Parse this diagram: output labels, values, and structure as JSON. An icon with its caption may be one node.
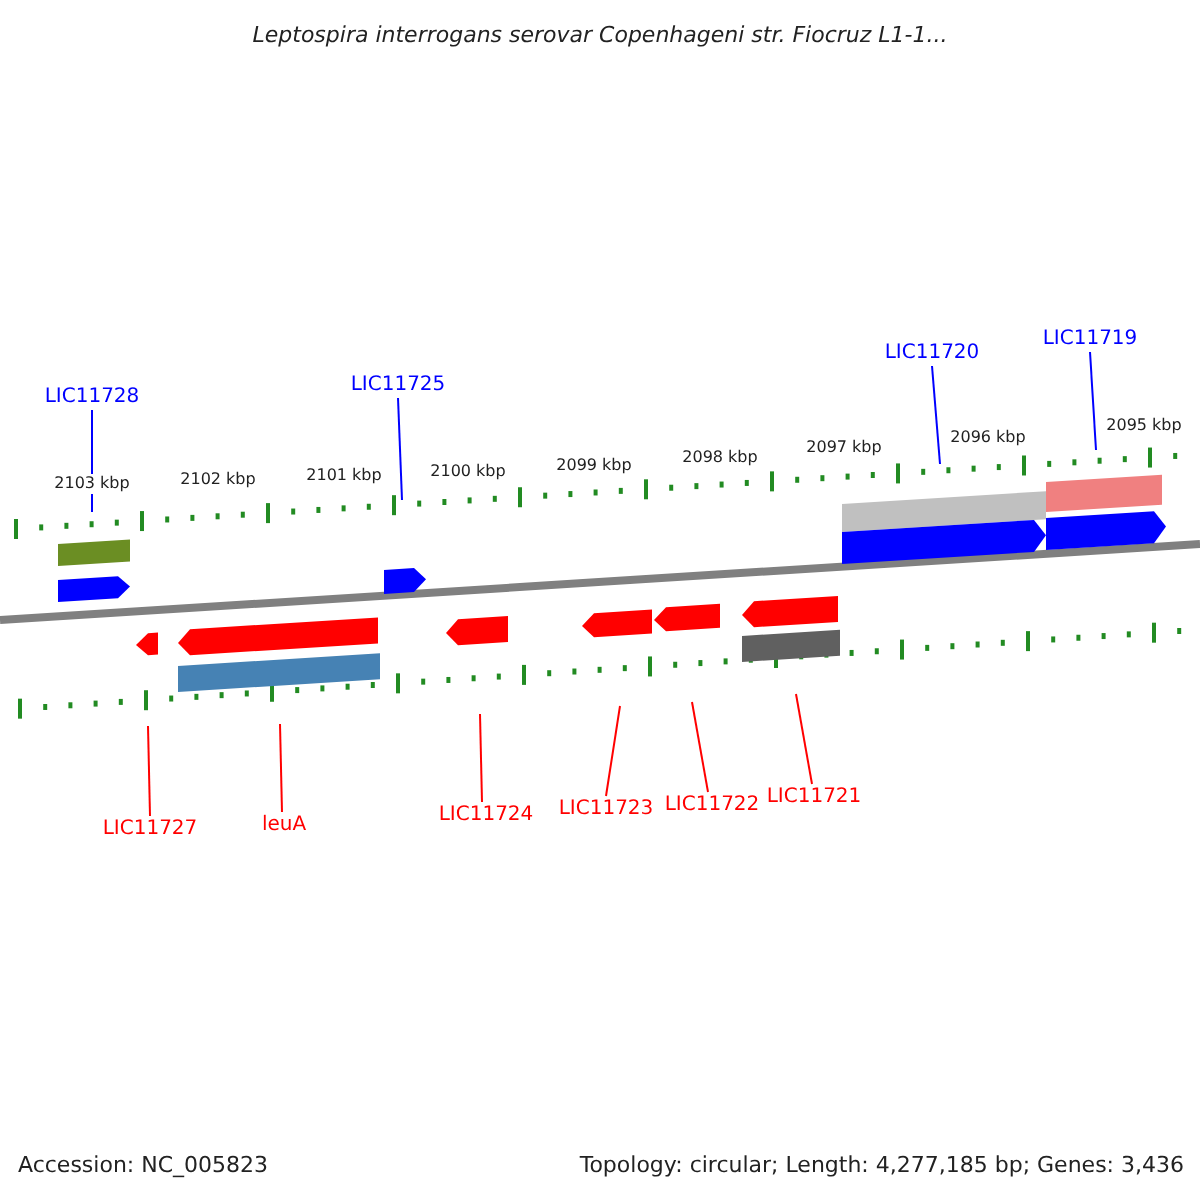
{
  "diagram": {
    "title": "Leptospira interrogans serovar Copenhageni str. Fiocruz L1-1...",
    "nodes": [
      {
        "text": [
          "LIC11728"
        ]
      },
      {
        "text": [
          "LIC11725"
        ]
      },
      {
        "text": [
          "LIC11720"
        ]
      },
      {
        "text": [
          "LIC11719"
        ]
      },
      {
        "text": [
          "LIC11727"
        ]
      },
      {
        "text": [
          "leuA"
        ]
      },
      {
        "text": [
          "LIC11724"
        ]
      },
      {
        "text": [
          "LIC11723"
        ]
      },
      {
        "text": [
          "LIC11722"
        ]
      },
      {
        "text": [
          "LIC11721"
        ]
      }
    ],
    "edges": [
      {
        "from": 0,
        "to": null,
        "arrow": "none",
        "color": "#0000ff"
      },
      {
        "from": 1,
        "to": null,
        "arrow": "none",
        "color": "#0000ff"
      },
      {
        "from": 2,
        "to": null,
        "arrow": "none",
        "color": "#0000ff"
      },
      {
        "from": 3,
        "to": null,
        "arrow": "none",
        "color": "#0000ff"
      },
      {
        "from": 4,
        "to": null,
        "arrow": "none"
      },
      {
        "from": 5,
        "to": null,
        "arrow": "none"
      },
      {
        "from": 6,
        "to": null,
        "arrow": "none"
      },
      {
        "from": 7,
        "to": null,
        "arrow": "none"
      },
      {
        "from": 8,
        "to": null,
        "arrow": "none"
      },
      {
        "from": 9,
        "to": null,
        "arrow": "none"
      }
    ],
    "labels": [
      "2103 kbp",
      "2102 kbp",
      "2101 kbp",
      "2100 kbp",
      "2099 kbp",
      "2098 kbp",
      "2097 kbp",
      "2096 kbp",
      "2095 kbp",
      "Accession: NC_005823",
      "Topology: circular; Length: 4,277,185 bp; Genes: 3,436"
    ]
  }
}
